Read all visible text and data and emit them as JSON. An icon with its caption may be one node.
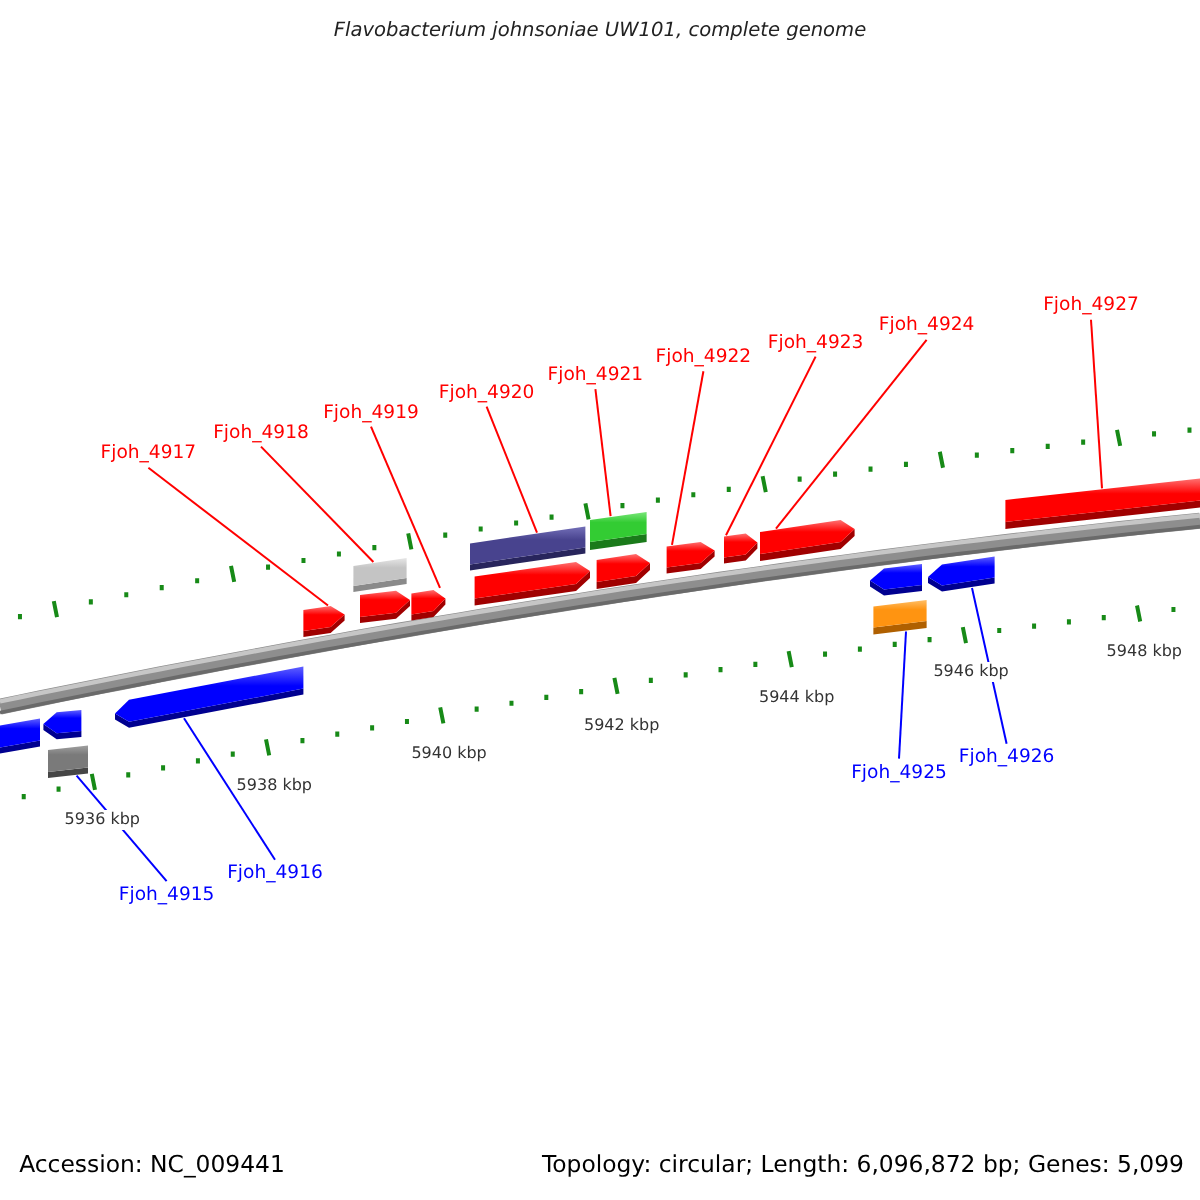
{
  "diagram": {
    "title": "Flavobacterium johnsoniae UW101, complete genome",
    "nodes": [
      {
        "text": [
          "Fjoh_4917"
        ]
      },
      {
        "text": [
          "Fjoh_4918"
        ]
      },
      {
        "text": [
          "Fjoh_4919"
        ]
      },
      {
        "text": [
          "Fjoh_4920"
        ]
      },
      {
        "text": [
          "Fjoh_4921"
        ]
      },
      {
        "text": [
          "Fjoh_4922"
        ]
      },
      {
        "text": [
          "Fjoh_4923"
        ]
      },
      {
        "text": [
          "Fjoh_4924"
        ]
      },
      {
        "text": [
          "Fjoh_4927"
        ]
      },
      {
        "text": [],
        "shape": "bar"
      },
      {
        "text": [],
        "shape": "arrow"
      },
      {
        "text": [],
        "shape": "box"
      },
      {
        "text": [],
        "shape": "arrow"
      },
      {
        "text": [],
        "shape": "arrow"
      },
      {
        "text": [],
        "shape": "box"
      },
      {
        "text": [],
        "shape": "arrow"
      },
      {
        "text": [],
        "shape": "arrow"
      },
      {
        "text": [],
        "shape": "box"
      },
      {
        "text": [],
        "shape": "arrow"
      },
      {
        "text": [],
        "shape": "box"
      },
      {
        "text": [],
        "shape": "arrow"
      },
      {
        "text": [],
        "shape": "arrow"
      },
      {
        "text": [],
        "shape": "arrow"
      },
      {
        "text": [],
        "shape": "arrow"
      },
      {
        "text": [],
        "shape": "arrow"
      },
      {
        "text": [],
        "shape": "box"
      },
      {
        "text": [],
        "shape": "arrow"
      },
      {
        "text": [],
        "shape": "bar"
      },
      {
        "text": [
          "Fjoh_4925"
        ]
      },
      {
        "text": [
          "Fjoh_4926"
        ]
      },
      {
        "text": [
          "Fjoh_4915"
        ]
      },
      {
        "text": [
          "Fjoh_4916"
        ]
      }
    ],
    "edges": [
      {
        "from": 0,
        "to": 13,
        "arrow": "none"
      },
      {
        "from": 1,
        "to": 14,
        "arrow": "none"
      },
      {
        "from": 2,
        "to": 16,
        "arrow": "none"
      },
      {
        "from": 3,
        "to": 17,
        "arrow": "none"
      },
      {
        "from": 4,
        "to": 19,
        "arrow": "none"
      },
      {
        "from": 5,
        "to": 21,
        "arrow": "none"
      },
      {
        "from": 6,
        "to": 22,
        "arrow": "none"
      },
      {
        "from": 7,
        "to": 23,
        "arrow": "none"
      },
      {
        "from": 8,
        "to": 27,
        "arrow": "none"
      },
      {
        "from": 28,
        "to": 25,
        "arrow": "none",
        "color": "#0000ff"
      },
      {
        "from": 29,
        "to": 26,
        "arrow": "none",
        "color": "#0000ff"
      },
      {
        "from": 30,
        "to": 11,
        "arrow": "none",
        "color": "#0000ff"
      },
      {
        "from": 31,
        "to": 12,
        "arrow": "none",
        "color": "#0000ff"
      }
    ],
    "labels": [
      "5936 kbp",
      "5938 kbp",
      "5940 kbp",
      "5942 kbp",
      "5944 kbp",
      "5946 kbp",
      "5948 kbp",
      "Accession: NC_009441",
      "Topology: circular; Length: 6,096,872 bp; Genes: 5,099"
    ]
  }
}
